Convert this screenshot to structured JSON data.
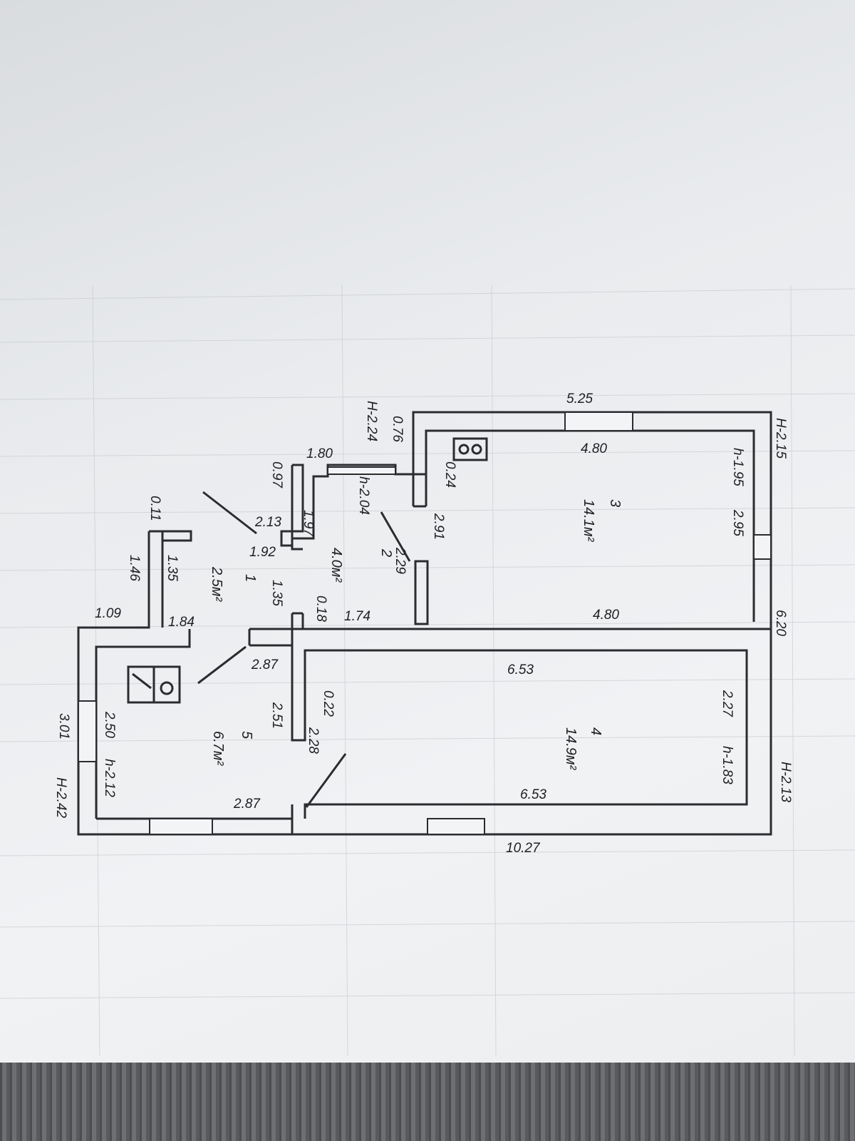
{
  "plan": {
    "height_labels": {
      "hall_H": "H-2.24",
      "room3_H": "H-2.15",
      "room4_H": "H-2.13",
      "room5_H": "H-2.42",
      "room2_h": "h-2.04",
      "room3_h": "h-1.95",
      "room4_h": "h-1.83",
      "room5_h": "h-2.12"
    },
    "rooms": [
      {
        "number": "1",
        "area": "2.5м²"
      },
      {
        "number": "2",
        "area": "4.0м²"
      },
      {
        "number": "3",
        "area": "14.1м²"
      },
      {
        "number": "4",
        "area": "14.9м²"
      },
      {
        "number": "5",
        "area": "6.7м²"
      }
    ],
    "dims": {
      "d525": "5.25",
      "d480a": "4.80",
      "d480b": "4.80",
      "d076": "0.76",
      "d180": "1.80",
      "d097": "0.97",
      "d213": "2.13",
      "d197": "1.97",
      "d192": "1.92",
      "d024": "0.24",
      "d291": "2.91",
      "d229": "2.29",
      "d295": "2.95",
      "d620": "6.20",
      "d011": "0.11",
      "d146": "1.46",
      "d135a": "1.35",
      "d135b": "1.35",
      "d018": "0.18",
      "d174": "1.74",
      "d109": "1.09",
      "d184": "1.84",
      "d287a": "2.87",
      "d287b": "2.87",
      "d653a": "6.53",
      "d653b": "6.53",
      "d022": "0.22",
      "d251": "2.51",
      "d228": "2.28",
      "d227": "2.27",
      "d301": "3.01",
      "d250": "2.50",
      "d1027": "10.27"
    }
  }
}
